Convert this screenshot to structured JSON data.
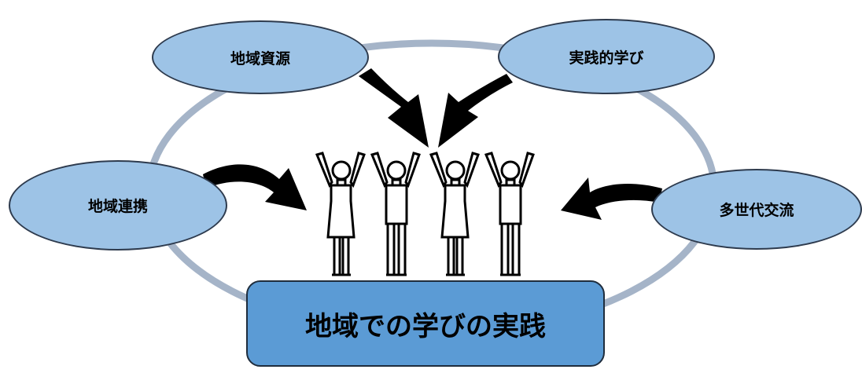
{
  "diagram": {
    "center_label": "地域での学びの実践",
    "inputs": [
      {
        "id": "resources",
        "label": "地域資源"
      },
      {
        "id": "practice",
        "label": "実践的学び"
      },
      {
        "id": "collab",
        "label": "地域連携"
      },
      {
        "id": "exchange",
        "label": "多世代交流"
      }
    ],
    "people_icon": "people-cheering-icon",
    "colors": {
      "ellipse_fill": "#9dc3e6",
      "box_fill": "#5b9bd5",
      "ring": "#a5b4c8",
      "arrow": "#000000",
      "outline": "#2e3b4e"
    }
  }
}
